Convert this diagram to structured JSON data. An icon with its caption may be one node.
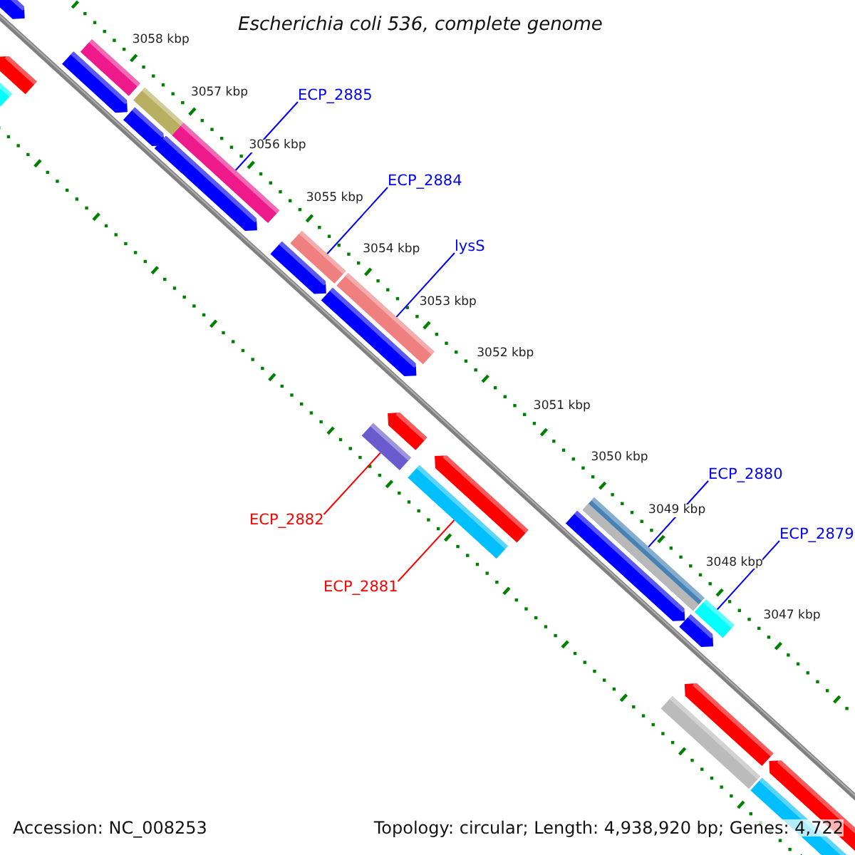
{
  "diagram": {
    "title": "Escherichia coli 536, complete genome",
    "nodes": [
      {
        "text": [
          "ECP_2885"
        ]
      },
      {
        "text": [],
        "shape": "bar"
      },
      {
        "text": [
          "ECP_2884"
        ]
      },
      {
        "text": [],
        "shape": "bar"
      },
      {
        "text": [
          "lysS"
        ]
      },
      {
        "text": [],
        "shape": "bar"
      },
      {
        "text": [
          "ECP_2882"
        ]
      },
      {
        "text": [],
        "shape": "bar"
      },
      {
        "text": [
          "ECP_2880"
        ]
      },
      {
        "text": [],
        "shape": "bar"
      },
      {
        "text": [
          "ECP_2881"
        ]
      },
      {
        "text": [],
        "shape": "bar"
      },
      {
        "text": [
          "ECP_2879"
        ]
      },
      {
        "text": [],
        "shape": "bar"
      },
      {
        "text": [],
        "shape": "arrow"
      },
      {
        "text": [],
        "shape": "arrow"
      },
      {
        "text": [],
        "shape": "bar"
      },
      {
        "text": [],
        "shape": "arrow"
      },
      {
        "text": [],
        "shape": "bar"
      },
      {
        "text": [],
        "shape": "bar"
      },
      {
        "text": [],
        "shape": "arrow"
      },
      {
        "text": [],
        "shape": "arrow"
      },
      {
        "text": [],
        "shape": "arrow"
      },
      {
        "text": [],
        "shape": "arrow"
      },
      {
        "text": [],
        "shape": "arrow"
      },
      {
        "text": [],
        "shape": "arrow"
      },
      {
        "text": [],
        "shape": "arrow"
      },
      {
        "text": [],
        "shape": "arrow"
      },
      {
        "text": [],
        "shape": "bar"
      },
      {
        "text": [],
        "shape": "arrow"
      },
      {
        "text": [],
        "shape": "arrow"
      },
      {
        "text": [],
        "shape": "bar"
      }
    ],
    "edges": [
      {
        "from": 0,
        "to": 1,
        "arrow": "none"
      },
      {
        "from": 2,
        "to": 3,
        "arrow": "none"
      },
      {
        "from": 4,
        "to": 5,
        "arrow": "none"
      },
      {
        "from": 6,
        "to": 7,
        "arrow": "none",
        "color": "#ff0000"
      },
      {
        "from": 8,
        "to": 9,
        "arrow": "none"
      },
      {
        "from": 10,
        "to": 11,
        "arrow": "none",
        "color": "#ff0000"
      },
      {
        "from": 12,
        "to": 13,
        "arrow": "none"
      }
    ],
    "labels": [
      "3058 kbp",
      "3057 kbp",
      "3056 kbp",
      "3055 kbp",
      "3054 kbp",
      "3053 kbp",
      "3052 kbp",
      "3051 kbp",
      "3050 kbp",
      "3049 kbp",
      "3048 kbp",
      "3047 kbp",
      "Accession: NC_008253",
      "Topology: circular; Length: 4,938,920 bp; Genes: 4,722"
    ]
  }
}
